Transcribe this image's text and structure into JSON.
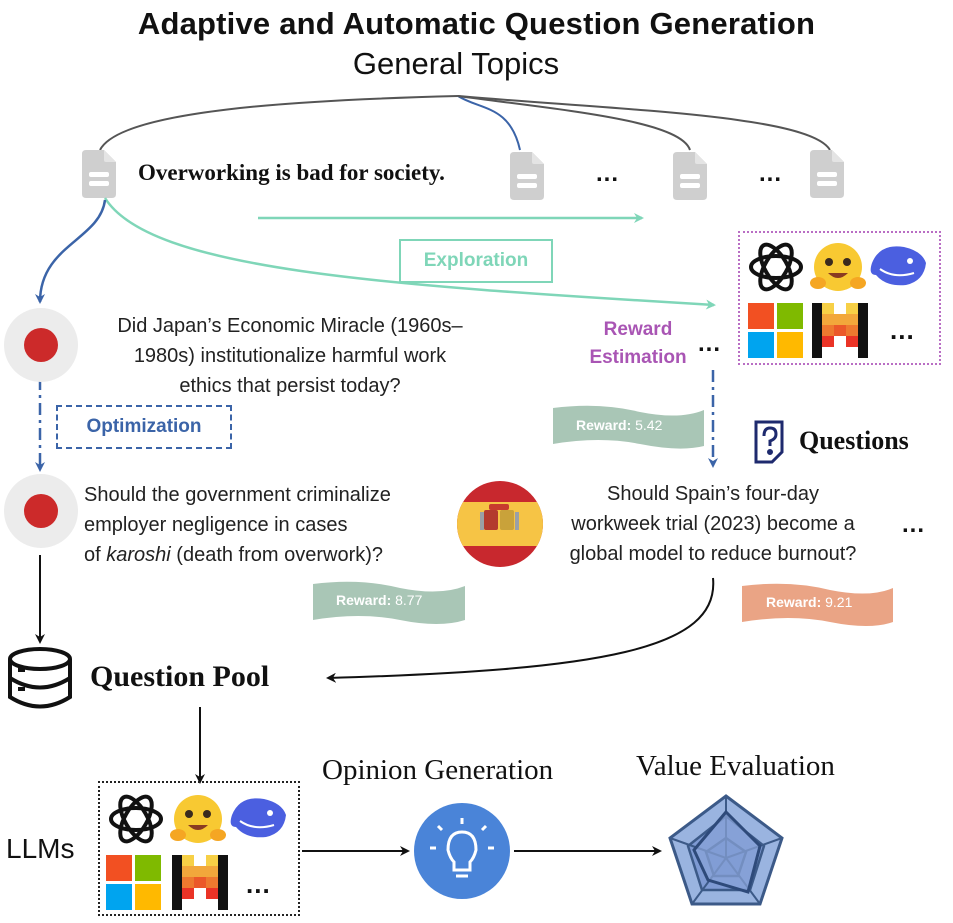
{
  "title": "Adaptive and Automatic Question Generation",
  "subtitle": "General Topics",
  "topic": {
    "text": "Overworking is bad for society.",
    "ellipsis_1": "...",
    "ellipsis_2": "..."
  },
  "labels": {
    "exploration": "Exploration",
    "optimization": "Optimization",
    "reward_estimation_line1": "Reward",
    "reward_estimation_line2": "Estimation",
    "questions": "Questions",
    "question_pool": "Question Pool",
    "opinion_generation": "Opinion Generation",
    "value_evaluation": "Value Evaluation",
    "llms": "LLMs"
  },
  "questions": {
    "q1_line1": "Did Japan’s Economic Miracle (1960s–",
    "q1_line2": "1980s) institutionalize harmful work",
    "q1_line3": "ethics that persist today?",
    "q2_line1": "Should the government criminalize",
    "q2_line2": "employer negligence in cases",
    "q2_line3_pre": "of ",
    "q2_line3_em": "karoshi",
    "q2_line3_post": " (death from overwork)?",
    "q3_line1": "Should Spain’s four-day",
    "q3_line2": "workweek trial (2023) become a",
    "q3_line3": "global model to reduce burnout?",
    "q3_ellipsis": "..."
  },
  "rewards": [
    {
      "label": "Reward:",
      "value": "5.42",
      "color": "#a9c6b6"
    },
    {
      "label": "Reward:",
      "value": "8.77",
      "color": "#a9c6b6"
    },
    {
      "label": "Reward:",
      "value": "9.21",
      "color": "#eaa485"
    }
  ],
  "llm_panel_ellipsis": "...",
  "colors": {
    "exploration": "#7fd6b8",
    "optimization": "#3b64a8",
    "reward_estimation": "#a955b4",
    "japan_red": "#cc2a2a",
    "lightbulb_blue": "#4a84d8",
    "radar_blue": "#3c5a88"
  }
}
